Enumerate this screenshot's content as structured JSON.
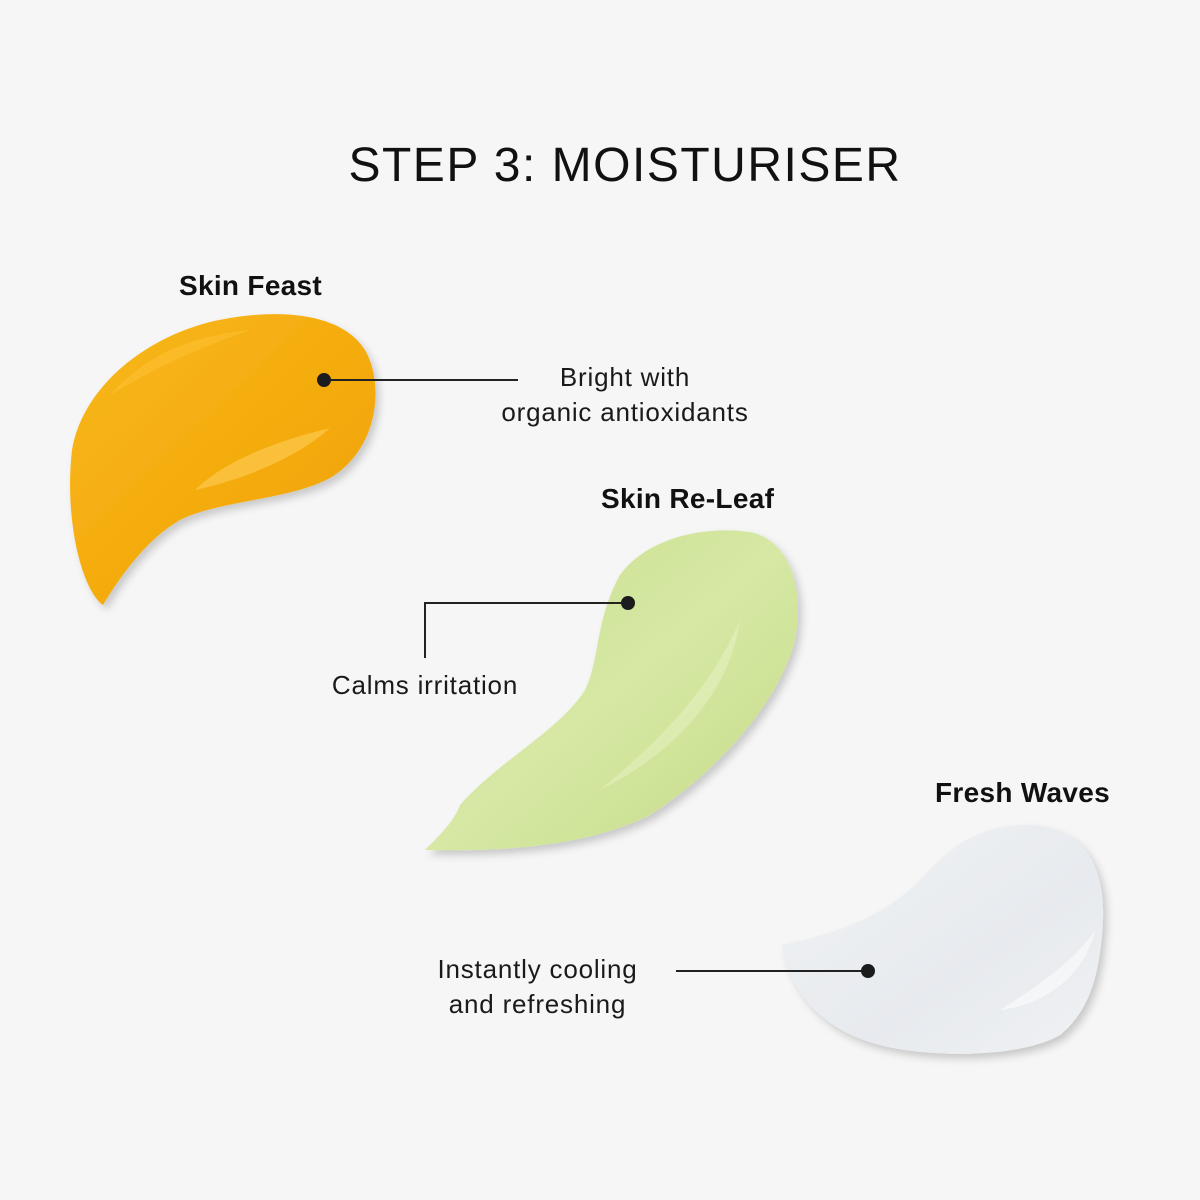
{
  "title": "STEP 3: MOISTURISER",
  "colors": {
    "background": "#f6f6f6",
    "text": "#111111",
    "skin_feast": "#f5ae0e",
    "skin_re_leaf": "#c9df8e",
    "fresh_waves": "#e9ecef",
    "marker": "#1c1c1e"
  },
  "products": [
    {
      "name": "Skin Feast",
      "description_lines": [
        "Bright with",
        "organic antioxidants"
      ],
      "swatch_color": "#f5ae0e",
      "icon": "yellow-cream-swatch"
    },
    {
      "name": "Skin Re-Leaf",
      "description_lines": [
        "Calms irritation"
      ],
      "swatch_color": "#c9df8e",
      "icon": "green-cream-swatch"
    },
    {
      "name": "Fresh Waves",
      "description_lines": [
        "Instantly cooling",
        "and refreshing"
      ],
      "swatch_color": "#e9ecef",
      "icon": "white-cream-swatch"
    }
  ]
}
